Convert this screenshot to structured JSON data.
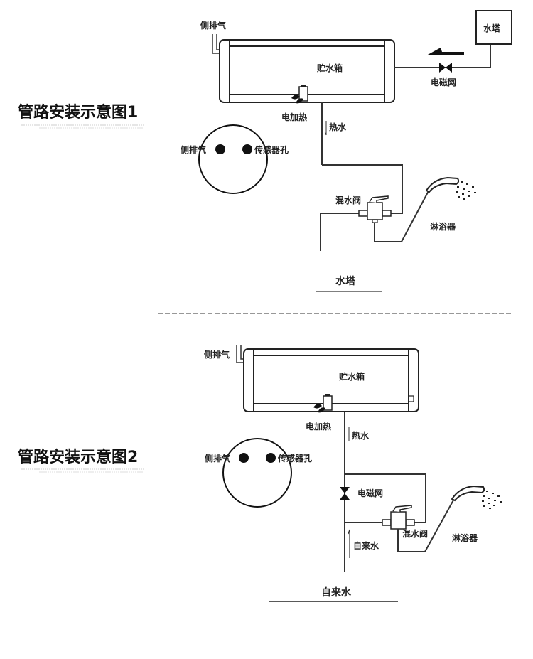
{
  "diagram1": {
    "title": "管路安装示意图1",
    "side_vent": "侧排气",
    "tank": "贮水箱",
    "heater": "电加热",
    "hot_water": "热水",
    "water_tower_box": "水塔",
    "solenoid_valve": "电磁网",
    "circle_side_vent": "侧排气",
    "circle_sensor_hole": "传感器孔",
    "mixing_valve": "混水阀",
    "shower": "淋浴器",
    "source_label": "水塔"
  },
  "diagram2": {
    "title": "管路安装示意图2",
    "side_vent": "侧排气",
    "tank": "贮水箱",
    "heater": "电加热",
    "hot_water": "热水",
    "circle_side_vent": "侧排气",
    "circle_sensor_hole": "传感器孔",
    "solenoid_valve": "电磁网",
    "tap_water_arrow": "自来水",
    "mixing_valve": "混水阀",
    "shower": "淋浴器",
    "source_label": "自来水"
  }
}
